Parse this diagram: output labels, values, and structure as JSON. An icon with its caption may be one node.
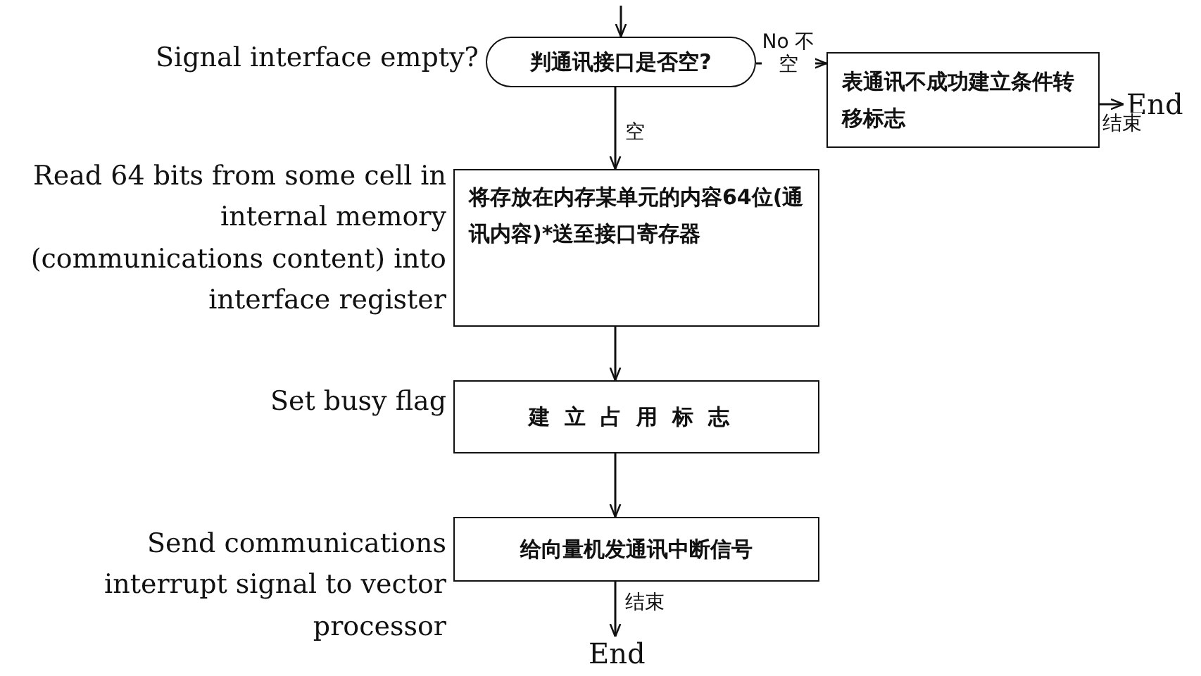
{
  "diagram": {
    "nodes": [
      {
        "text": [
          "判通讯接口是否空?"
        ],
        "beside": [
          "Signal interface empty?"
        ]
      },
      {
        "text": [
          "表通讯不成功建立条件转移标志"
        ]
      },
      {
        "text": [
          "End"
        ]
      },
      {
        "text": [
          "将存放在内存某单元的内容64位(通讯内容)*送至接口寄存器"
        ],
        "beside": [
          "Read 64 bits from some cell in internal memory (communications content) into interface register"
        ]
      },
      {
        "text": [
          "建立占用标志"
        ],
        "beside": [
          "Set busy flag"
        ]
      },
      {
        "text": [
          "给向量机发通讯中断信号"
        ],
        "beside": [
          "Send communications interrupt signal to vector processor"
        ]
      },
      {
        "text": [
          "End"
        ]
      }
    ],
    "edges": [
      {
        "from": null,
        "to": 0,
        "arrow": "to"
      },
      {
        "from": 0,
        "to": 1,
        "arrow": "to",
        "label": "No 不空"
      },
      {
        "from": 0,
        "to": 3,
        "arrow": "to",
        "label": "空"
      },
      {
        "from": 1,
        "to": 2,
        "arrow": "to",
        "label": "结束"
      },
      {
        "from": 3,
        "to": 4,
        "arrow": "to"
      },
      {
        "from": 4,
        "to": 5,
        "arrow": "to"
      },
      {
        "from": 5,
        "to": 6,
        "arrow": "to",
        "label": "结束"
      }
    ]
  }
}
